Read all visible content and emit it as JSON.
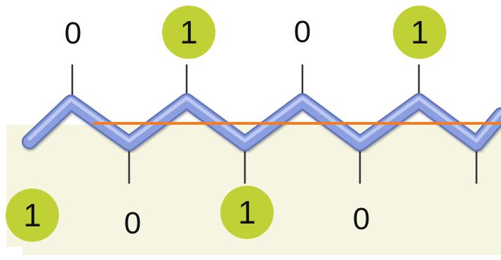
{
  "colors": {
    "panel": "#f5f5e2",
    "helix": "#8a9ee0",
    "axis_line": "#f07d2a",
    "badge": "#bfd134"
  },
  "helix": {
    "top_bits": [
      "0",
      "1",
      "0",
      "1"
    ],
    "bottom_bits": [
      "0",
      "1",
      "0"
    ],
    "bit_marker": "1"
  }
}
